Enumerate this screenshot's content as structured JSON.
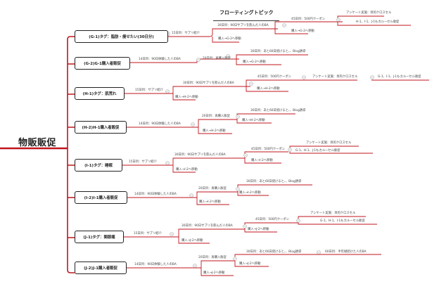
{
  "root": "物販販促",
  "floating_topic": "フローティングトピック",
  "groups": [
    {
      "tag": "(G-1)タグ：脂肪・痩せたい(30日分)",
      "first": "15日目：サプリ紹介",
      "d30": "30日目：90日サプリを飲んだ人のBA",
      "buy30": "購入→G-2へ移動",
      "d45": "45日目：500円クーポン",
      "buy45": "購入→G-2へ移動",
      "survey": "アンケート実施：目的クロスセル",
      "carousel": "H-1、I-1、J-1もカルーセル販促"
    },
    {
      "tag": "(G-2)G-1購入者販促",
      "first": "14日目：90日体験した人のBA",
      "d20": "20日目：再購入販促",
      "d30": "30日目：あと60日続けると、、Blog誘導",
      "buy": "購入→G-2へ移動"
    },
    {
      "tag": "(H-1)タグ：肌荒れ",
      "first": "15日目：サプリ紹介",
      "d30": "30日目：90日サプリを飲んだ人のBA",
      "buy30": "購入→H-2へ移動",
      "d45": "45日目：500円クーポン",
      "buy45": "購入→H-2へ移動",
      "survey": "アンケート実施：目的クロスセル",
      "carousel": "G-1、I-1、J-1もカルーセル販促"
    },
    {
      "tag": "(H-2)H-1購入者販促",
      "first": "14日目：90日体験した人のBA",
      "d20": "20日目：再購入販促",
      "d30": "30日目：あと60日続けると、、Blog誘導",
      "buy20": "購入→H-2へ移動",
      "buy30": "購入→H-2へ移動"
    },
    {
      "tag": "(I-1)タグ：睡眠",
      "first": "15日目：サプリ紹介",
      "d30": "30日目：90日サプリを飲んだ人のBA",
      "buy30": "購入→I-2へ移動",
      "d45": "45日目：500円クーポン",
      "buy45": "購入→I-2へ移動",
      "survey": "アンケート実施：目的クロスセル",
      "carousel": "G-1、H-1、J-1もカルーセル販促"
    },
    {
      "tag": "(I-2)I-1購入者販促",
      "first": "14日目：90日体験した人のBA",
      "d20": "20日目：再購入販促",
      "d30": "30日目：あと60日続けると、、Blog誘導",
      "buy20": "購入→I-2へ移動",
      "buy30": "購入→I-2へ移動"
    },
    {
      "tag": "(J-1)タグ：関節痛",
      "first": "15日目：サプリ紹介",
      "d30": "30日目：90日サプリを飲んだ人のBA",
      "buy30": "購入→J-2へ移動",
      "d45": "45日目：500円クーポン",
      "buy45": "購入→J-2へ移動",
      "survey": "アンケート実施：目的クロスセル",
      "carousel": "G-1、H-1、I-1もカルーセル販促"
    },
    {
      "tag": "(J-2)J-1購入者販促",
      "first": "14日目：90日体験した人のBA",
      "d20": "20日目：再購入販促",
      "d30": "30日目：あと60日続けると、、Blog誘導",
      "d60": "60日目：半年継続けた人のBA",
      "buy20": "購入→J-2へ移動",
      "buy30": "購入→J-2へ移動"
    }
  ]
}
